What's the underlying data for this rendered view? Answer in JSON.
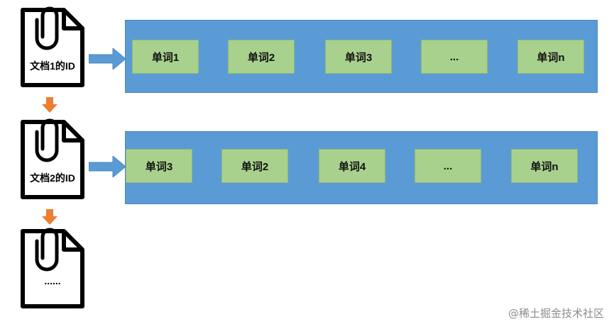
{
  "documents": [
    {
      "label": "文档1的ID"
    },
    {
      "label": "文档2的ID"
    },
    {
      "label": "......"
    }
  ],
  "rows": [
    {
      "words": [
        "单词1",
        "单词2",
        "单词3",
        "...",
        "单词n"
      ]
    },
    {
      "words": [
        "单词3",
        "单词2",
        "单词4",
        "...",
        "单词n"
      ]
    }
  ],
  "watermark": "@稀土掘金技术社区",
  "colors": {
    "band": "#5b9bd5",
    "word_box": "#a9d18e",
    "flow_arrow": "#ed7d31",
    "link_arrow": "#5b9bd5"
  },
  "icons": [
    "document-paperclip-icon",
    "down-arrow-icon",
    "right-arrow-icon"
  ]
}
